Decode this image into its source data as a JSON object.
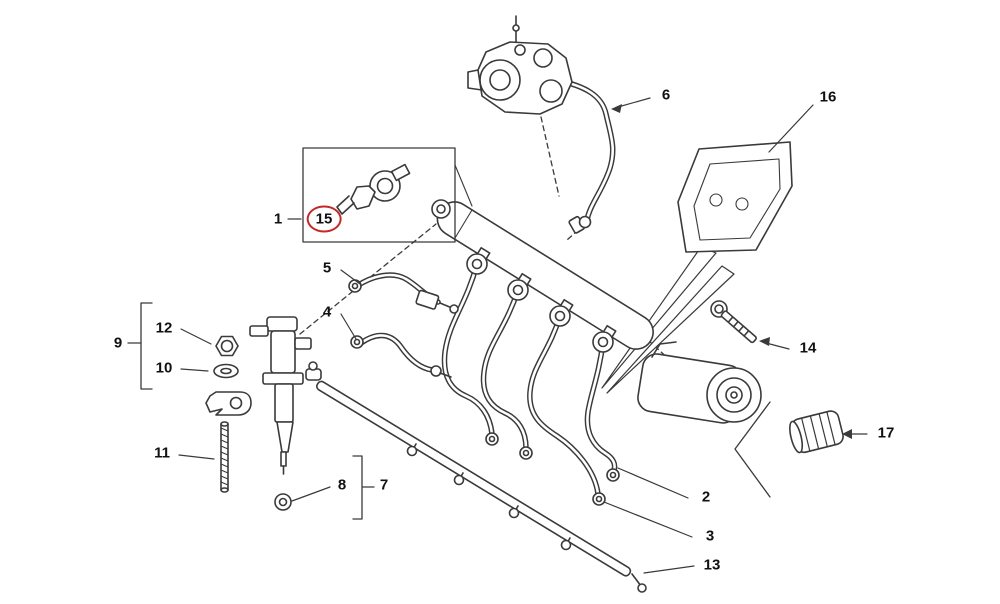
{
  "diagram": {
    "kind": "exploded-parts-diagram",
    "line_color": "#3a3a3a",
    "highlight_color": "#c62828",
    "background": "#ffffff",
    "callouts": [
      {
        "text": "6"
      },
      {
        "text": "16"
      },
      {
        "text": "1"
      },
      {
        "text": "15",
        "highlighted": true
      },
      {
        "text": "5"
      },
      {
        "text": "4"
      },
      {
        "text": "9"
      },
      {
        "text": "12"
      },
      {
        "text": "10"
      },
      {
        "text": "11"
      },
      {
        "text": "14"
      },
      {
        "text": "17"
      },
      {
        "text": "8"
      },
      {
        "text": "7"
      },
      {
        "text": "2"
      },
      {
        "text": "3"
      },
      {
        "text": "13"
      }
    ]
  }
}
